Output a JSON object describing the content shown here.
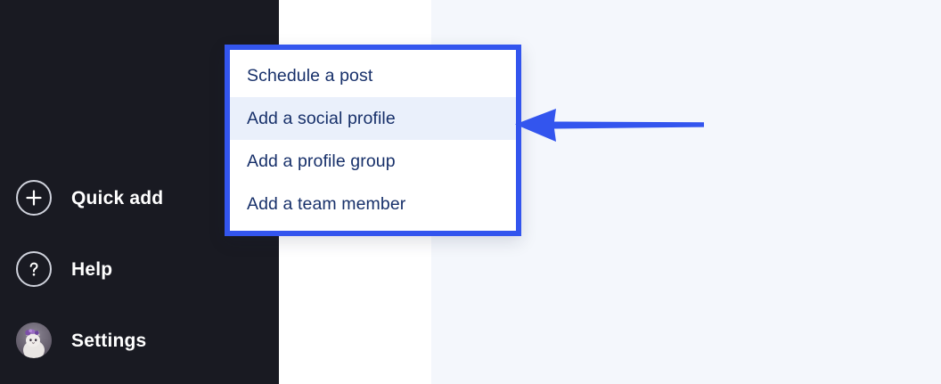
{
  "theme": {
    "sidebar_bg": "#191a22",
    "panel_bg": "#ffffff",
    "content_bg": "#f4f7fc",
    "accent_blue": "#3355ee",
    "menu_text": "#17306a",
    "menu_highlight_bg": "#eaf0fb"
  },
  "sidebar": {
    "items": [
      {
        "label": "Quick add",
        "icon": "plus-circle-icon"
      },
      {
        "label": "Help",
        "icon": "question-circle-icon"
      },
      {
        "label": "Settings",
        "icon": "avatar-icon"
      }
    ]
  },
  "quick_add_menu": {
    "items": [
      {
        "label": "Schedule a post",
        "highlighted": false
      },
      {
        "label": "Add a social profile",
        "highlighted": true
      },
      {
        "label": "Add a profile group",
        "highlighted": false
      },
      {
        "label": "Add a team member",
        "highlighted": false
      }
    ]
  },
  "annotation": {
    "arrow": {
      "name": "pointer-arrow",
      "direction": "left",
      "color": "#3355ee",
      "points_to": "Add a social profile"
    }
  }
}
